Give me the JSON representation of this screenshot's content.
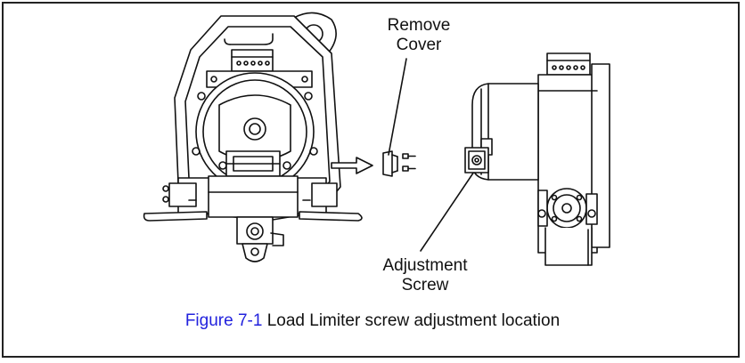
{
  "callouts": {
    "remove_cover": [
      "Remove",
      "Cover"
    ],
    "adjustment_screw": [
      "Adjustment",
      "Screw"
    ]
  },
  "caption": {
    "figure_number": "Figure 7-1",
    "text": " Load Limiter screw adjustment location"
  },
  "colors": {
    "figure_number": "#2222dd",
    "ink": "#111111",
    "border": "#222222"
  }
}
